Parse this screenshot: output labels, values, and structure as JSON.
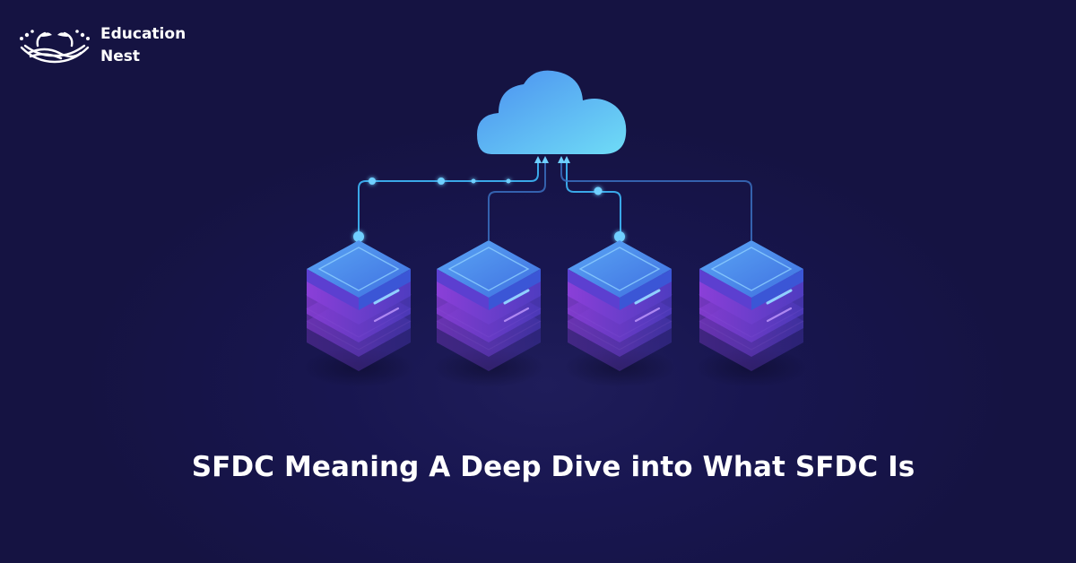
{
  "brand": {
    "name_line1": "Education",
    "name_line2": "Nest",
    "logo_icon": "nest-birds-icon"
  },
  "headline": "SFDC Meaning A Deep Dive into What SFDC Is",
  "illustration": {
    "cloud_icon": "cloud-icon",
    "server_icon": "server-stack-icon",
    "server_count": 4
  },
  "colors": {
    "background": "#161444",
    "cloud": "#5ec8f2",
    "server_top": "#4aa3f2",
    "server_layer": "#7b3fd6",
    "connector": "#3aa8e8",
    "headline": "#ffffff"
  }
}
